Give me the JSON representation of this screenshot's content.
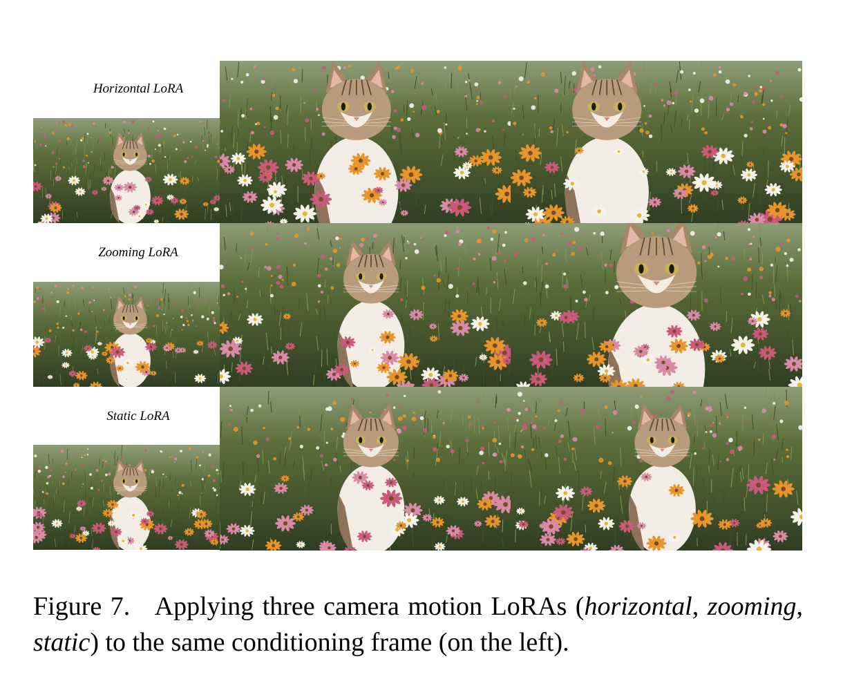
{
  "rows": [
    {
      "label": "Horizontal LoRA"
    },
    {
      "label": "Zooming LoRA"
    },
    {
      "label": "Static LoRA"
    }
  ],
  "caption": {
    "prefix": "Figure 7.",
    "text_1": "Applying three camera motion LoRAs (",
    "term_1": "horizontal",
    "sep_1": ",",
    "term_2": "zooming",
    "sep_2": ", ",
    "term_3": "static",
    "text_2": ") to the same conditioning frame (on the left)."
  },
  "colors": {
    "grass": "#5b6e3a",
    "grass_dark": "#2f3d22",
    "daisy": "#f5f2ea",
    "pink": "#d98aa6",
    "orange": "#e7952b",
    "cat_fur": "#b89a7c",
    "cat_white": "#f1ece4"
  }
}
